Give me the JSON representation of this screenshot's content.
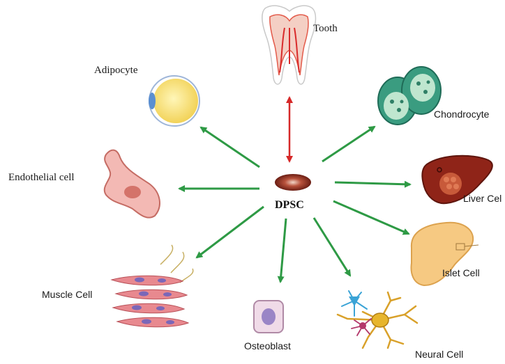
{
  "center": {
    "label": "DPSC",
    "color": "#8a2f24"
  },
  "colors": {
    "arrow_green": "#2e9a45",
    "arrow_red": "#d62828"
  },
  "cells": {
    "tooth": {
      "label": "Tooth",
      "icon": "tooth-icon"
    },
    "adipocyte": {
      "label": "Adipocyte",
      "icon": "adipocyte-icon"
    },
    "chondrocyte": {
      "label": "Chondrocyte",
      "icon": "chondrocyte-icon"
    },
    "endothelial": {
      "label": "Endothelial cell",
      "icon": "endothelial-cell-icon"
    },
    "liver": {
      "label": "Liver Cel",
      "icon": "liver-icon"
    },
    "islet": {
      "label": "Islet Cell",
      "icon": "pancreas-islet-icon"
    },
    "muscle": {
      "label": "Muscle Cell",
      "icon": "muscle-cell-icon"
    },
    "osteoblast": {
      "label": "Osteoblast",
      "icon": "osteoblast-icon"
    },
    "neural": {
      "label": "Neural Cell",
      "icon": "neural-cell-icon"
    }
  }
}
